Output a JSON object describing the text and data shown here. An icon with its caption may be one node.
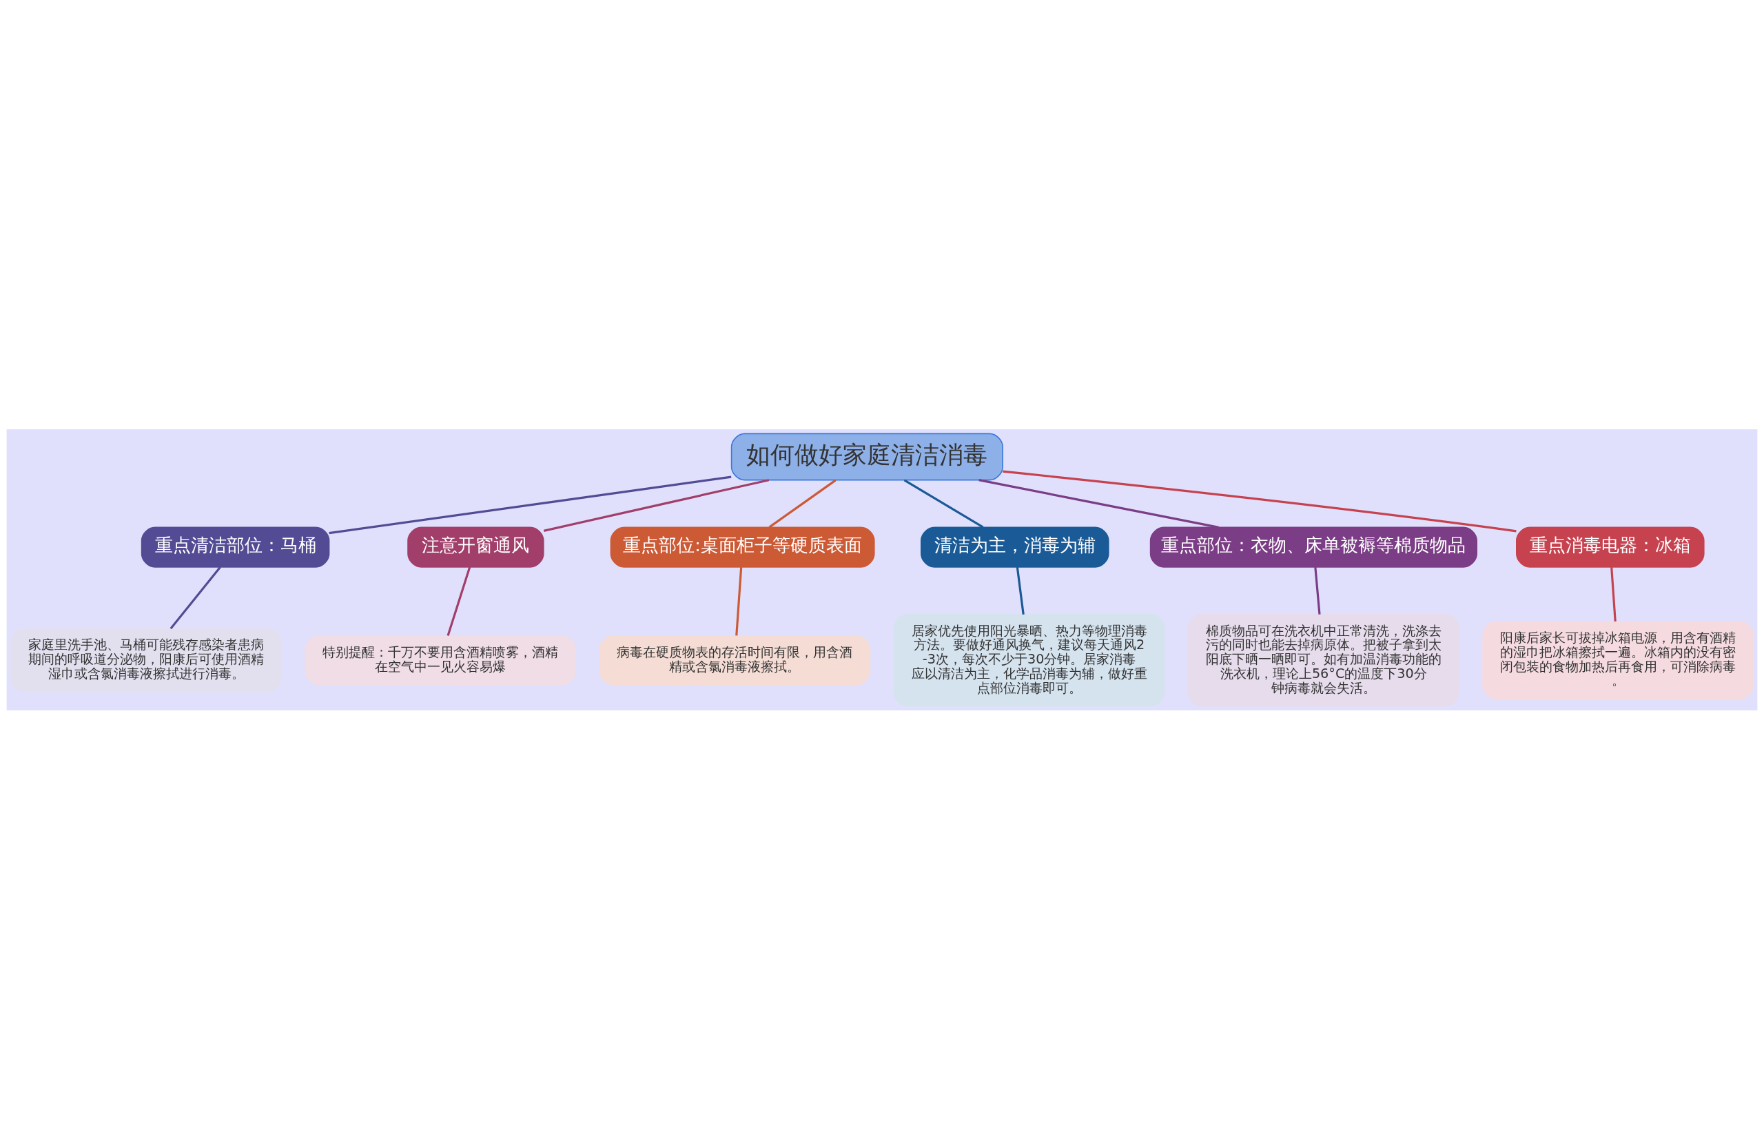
{
  "diagram": {
    "nodes": [
      {
        "text": [
          "如何做好家庭清洁消毒"
        ]
      },
      {
        "text": [
          "重点清洁部位：马桶"
        ]
      },
      {
        "text": [
          "家庭里洗手池、马桶可能残存感染者患病期间的呼吸道分泌物，阳康后可使用酒精湿巾或含氯消毒液擦拭进行消毒。"
        ]
      },
      {
        "text": [
          "注意开窗通风"
        ]
      },
      {
        "text": [
          "特别提醒：千万不要用含酒精喷雾，酒精在空气中一见火容易爆"
        ]
      },
      {
        "text": [
          "重点部位:桌面柜子等硬质表面"
        ]
      },
      {
        "text": [
          "病毒在硬质物表的存活时间有限，用含酒精或含氯消毒液擦拭。"
        ]
      },
      {
        "text": [
          "清洁为主，消毒为辅"
        ]
      },
      {
        "text": [
          "居家优先使用阳光暴晒、热力等物理消毒方法。要做好通风换气，建议每天通风2-3次，每次不少于30分钟。居家消毒应以清洁为主，化学品消毒为辅，做好重点部位消毒即可。"
        ]
      },
      {
        "text": [
          "重点部位：衣物、床单被褥等棉质物品"
        ]
      },
      {
        "text": [
          "棉质物品可在洗衣机中正常清洗，洗涤去污的同时也能去掉病原体。把被子拿到太阳底下晒一晒即可。如有加温消毒功能的洗衣机，理论上56°C的温度下30分钟病毒就会失活。"
        ]
      },
      {
        "text": [
          "重点消毒电器：冰箱"
        ]
      },
      {
        "text": [
          "阳康后家长可拔掉冰箱电源，用含有酒精的湿巾把冰箱擦拭一遍。冰箱内的没有密闭包装的食物加热后再食用，可消除病毒。"
        ]
      }
    ],
    "edges": [
      {
        "from": 0,
        "to": 1,
        "arrow": "none",
        "color": "#534b94"
      },
      {
        "from": 1,
        "to": 2,
        "arrow": "none",
        "color": "#534b94"
      },
      {
        "from": 0,
        "to": 3,
        "arrow": "none",
        "color": "#a23e6a"
      },
      {
        "from": 3,
        "to": 4,
        "arrow": "none",
        "color": "#a23e6a"
      },
      {
        "from": 0,
        "to": 5,
        "arrow": "none",
        "color": "#cc5a35"
      },
      {
        "from": 5,
        "to": 6,
        "arrow": "none",
        "color": "#cc5a35"
      },
      {
        "from": 0,
        "to": 7,
        "arrow": "none",
        "color": "#1a5a96"
      },
      {
        "from": 7,
        "to": 8,
        "arrow": "none",
        "color": "#1a5a96"
      },
      {
        "from": 0,
        "to": 9,
        "arrow": "none",
        "color": "#7b3d85"
      },
      {
        "from": 9,
        "to": 10,
        "arrow": "none",
        "color": "#7b3d85"
      },
      {
        "from": 0,
        "to": 11,
        "arrow": "none",
        "color": "#c6424f"
      },
      {
        "from": 11,
        "to": 12,
        "arrow": "none",
        "color": "#c6424f"
      }
    ]
  }
}
